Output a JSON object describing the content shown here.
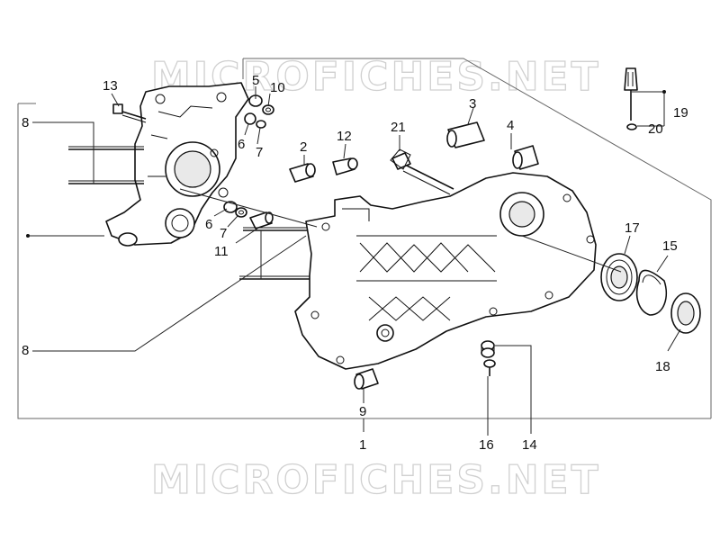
{
  "watermark": {
    "top_text": "MICROFICHES.NET",
    "bottom_text": "MICROFICHES.NET"
  },
  "callouts": {
    "c1": "1",
    "c2": "2",
    "c4": "4",
    "c3": "3",
    "c5": "5",
    "c6a": "6",
    "c6b": "6",
    "c7a": "7",
    "c7b": "7",
    "c8a": "8",
    "c8b": "8",
    "c9": "9",
    "c10": "10",
    "c11": "11",
    "c12": "12",
    "c13": "13",
    "c14": "14",
    "c15": "15",
    "c16": "16",
    "c17": "17",
    "c18": "18",
    "c19": "19",
    "c20": "20",
    "c21": "21"
  },
  "colors": {
    "line": "#111111",
    "watermark": "#d0d0d0",
    "background": "#ffffff"
  }
}
